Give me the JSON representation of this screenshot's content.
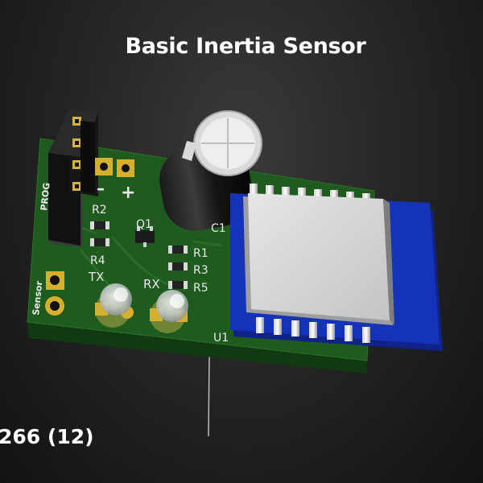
{
  "title": "Basic Inertia Sensor",
  "corner_label": "266 (12)",
  "board": {
    "connector_label": "PROG",
    "sensor_label": "Sensor",
    "minus_label": "–",
    "plus_label": "+",
    "refs": {
      "r1": "R1",
      "r2": "R2",
      "r3": "R3",
      "r4": "R4",
      "r5": "R5",
      "q1": "Q1",
      "c1": "C1",
      "u1": "U1",
      "tx": "TX",
      "rx": "RX"
    }
  },
  "colors": {
    "pcb": "#1f5a1e",
    "module_blue": "#1533b8",
    "gold": "#d4b02e",
    "silkscreen": "#e8e8e8"
  }
}
